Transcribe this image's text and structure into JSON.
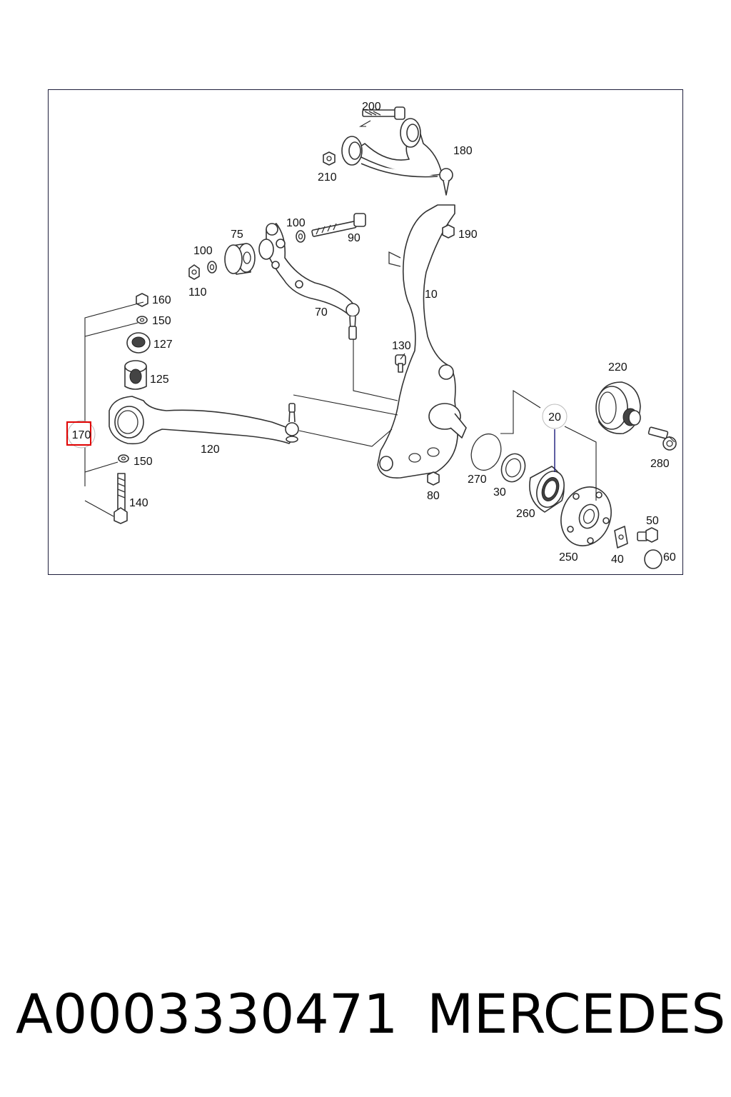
{
  "diagram": {
    "highlighted_callout": "170",
    "colors": {
      "highlight": "#e00000",
      "frame": "#1e1e3c",
      "ink": "#333333"
    },
    "callouts": {
      "c200": "200",
      "c180": "180",
      "c210": "210",
      "c100a": "100",
      "c90": "90",
      "c75": "75",
      "c190": "190",
      "c100b": "100",
      "c110": "110",
      "c10": "10",
      "c70": "70",
      "c160": "160",
      "c150a": "150",
      "c127": "127",
      "c125": "125",
      "c130": "130",
      "c220": "220",
      "c20": "20",
      "c170": "170",
      "c120": "120",
      "c280": "280",
      "c150b": "150",
      "c270": "270",
      "c30": "30",
      "c80": "80",
      "c260": "260",
      "c140": "140",
      "c50": "50",
      "c250": "250",
      "c40": "40",
      "c60": "60"
    }
  },
  "footer": {
    "part_number": "A0003330471",
    "brand": "MERCEDES"
  }
}
